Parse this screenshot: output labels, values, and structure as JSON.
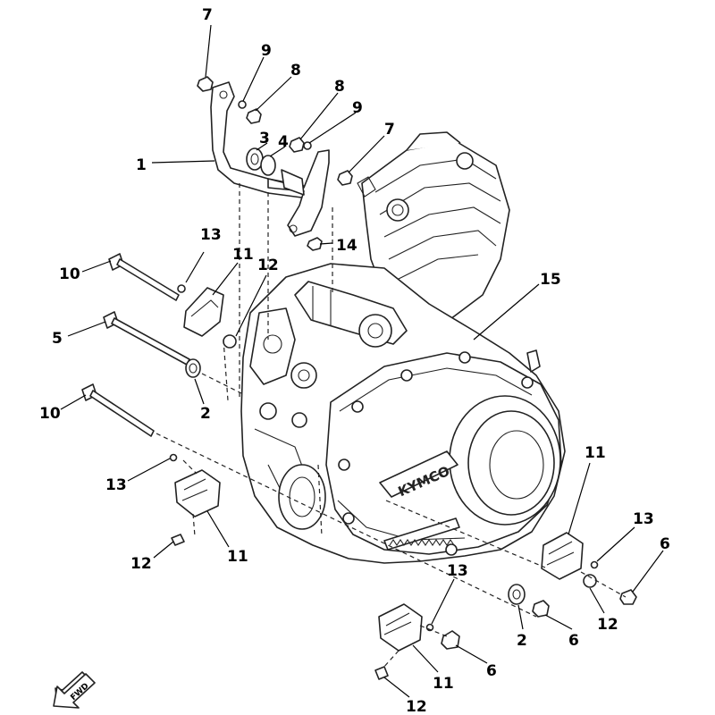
{
  "diagram": {
    "engine_brand": "KYMCO",
    "fwd_label": "FWD",
    "callouts": {
      "c1": "1",
      "c2a": "2",
      "c2b": "2",
      "c3": "3",
      "c4": "4",
      "c5": "5",
      "c6a": "6",
      "c6b": "6",
      "c6c": "6",
      "c7a": "7",
      "c7b": "7",
      "c8a": "8",
      "c8b": "8",
      "c9a": "9",
      "c9b": "9",
      "c10a": "10",
      "c10b": "10",
      "c11a": "11",
      "c11b": "11",
      "c11c": "11",
      "c11d": "11",
      "c12a": "12",
      "c12b": "12",
      "c12c": "12",
      "c12d": "12",
      "c13a": "13",
      "c13b": "13",
      "c13c": "13",
      "c13d": "13",
      "c14": "14",
      "c15": "15"
    }
  }
}
